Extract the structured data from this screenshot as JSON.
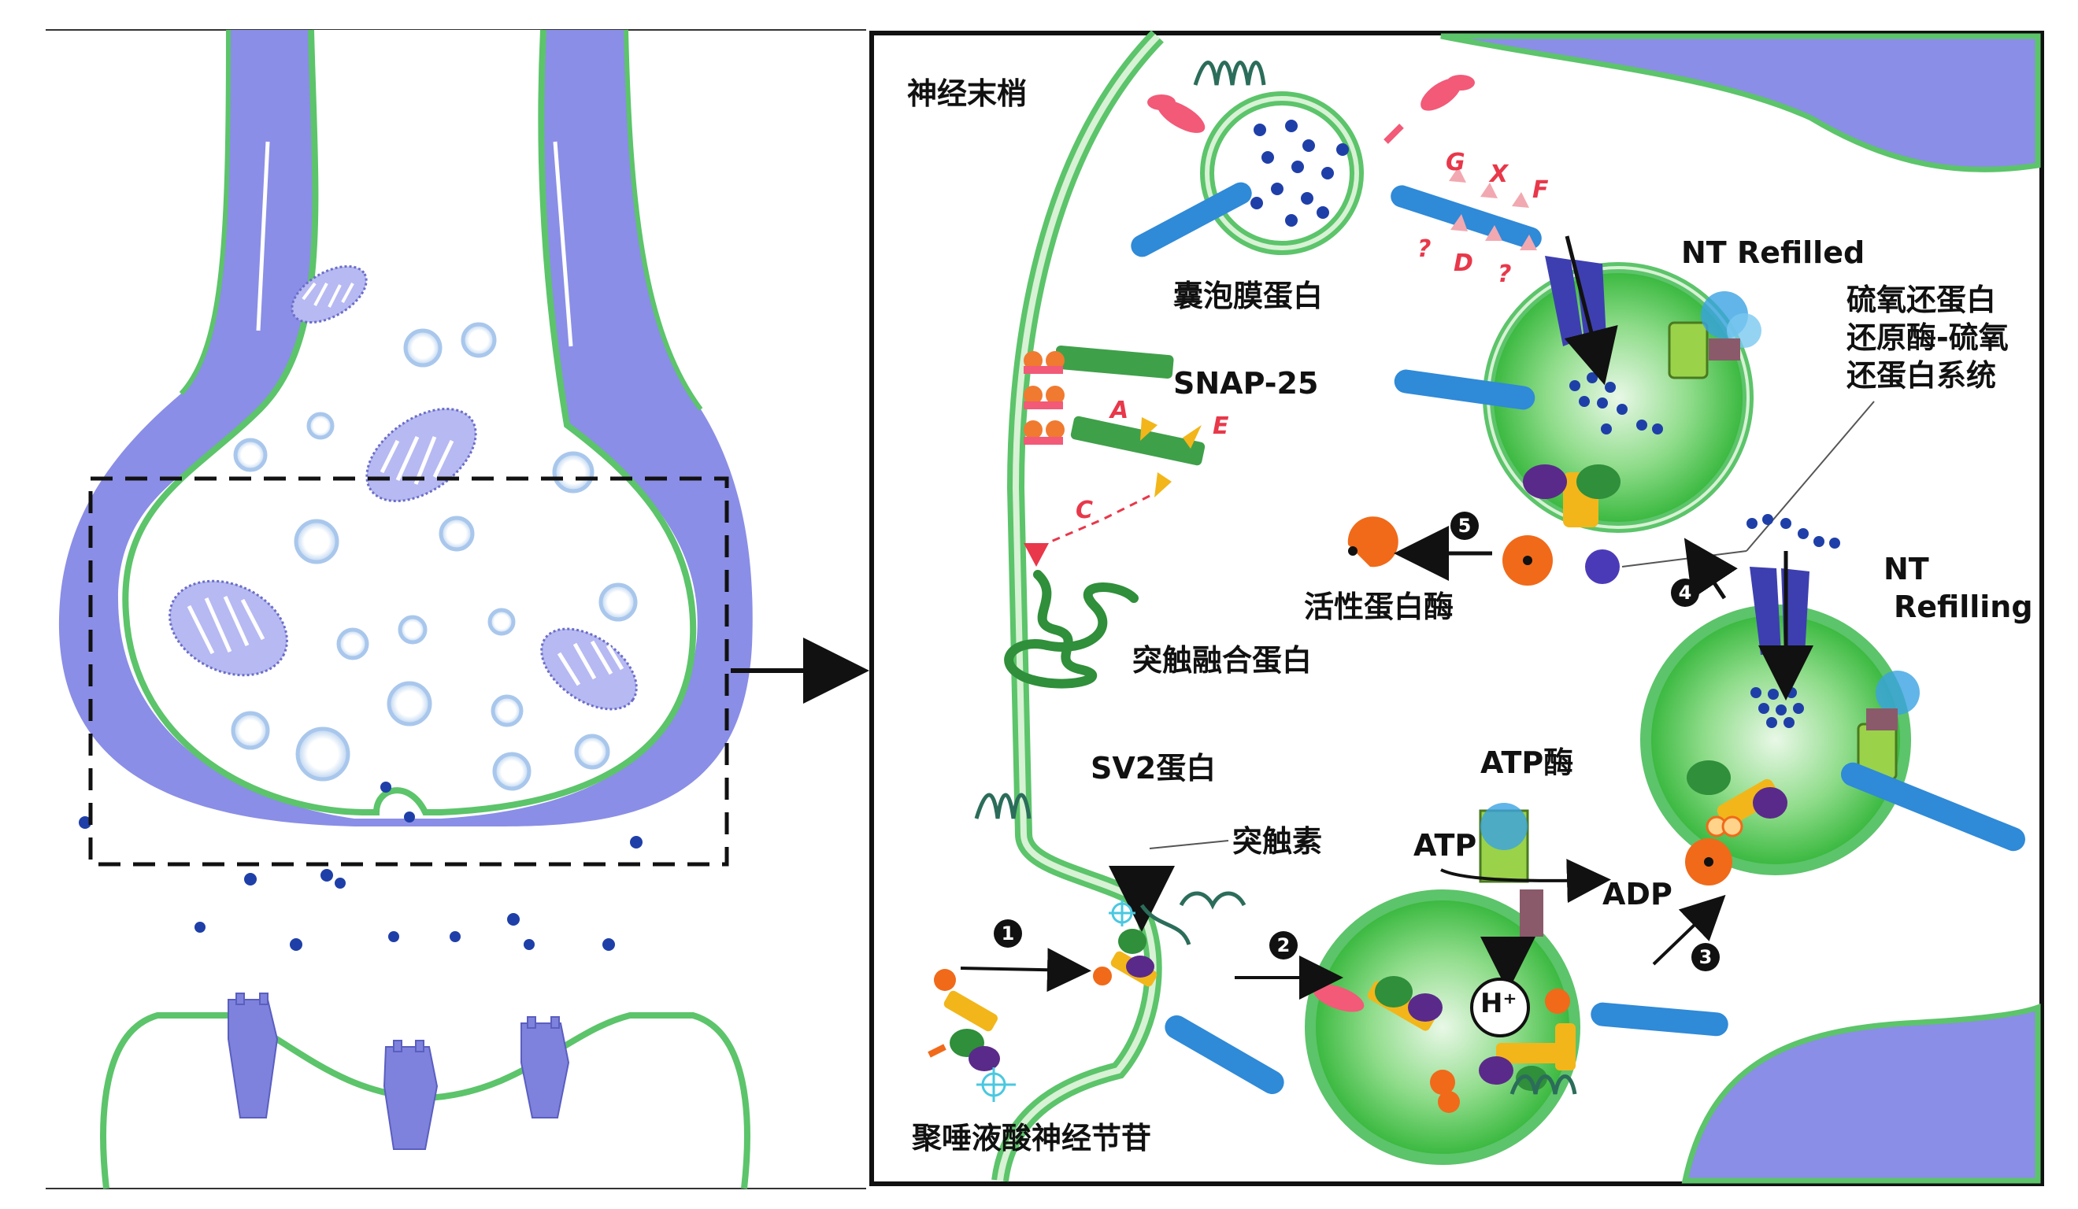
{
  "labels": {
    "nerve_terminal": "神经末梢",
    "vesicle_membrane_protein": "囊泡膜蛋白",
    "snap25": "SNAP-25",
    "syntaxin": "突触融合蛋白",
    "active_protease": "活性蛋白酶",
    "nt_refilled": "NT Refilled",
    "thioredoxin_line1": "硫氧还蛋白",
    "thioredoxin_line2": "还原酶-硫氧",
    "thioredoxin_line3": "还蛋白系统",
    "nt_refilling_line1": "NT",
    "nt_refilling_line2": "Refilling",
    "sv2": "SV2蛋白",
    "synaptotagmin": "突触素",
    "atpase": "ATP酶",
    "atp": "ATP",
    "adp": "ADP",
    "ganglioside": "聚唾液酸神经节苷",
    "proton": "H⁺"
  },
  "toxin_sites": {
    "g": "G",
    "x": "X",
    "f": "F",
    "d": "D",
    "q1": "?",
    "q2": "?",
    "a": "A",
    "e": "E",
    "c": "C"
  },
  "steps": [
    "1",
    "2",
    "3",
    "4",
    "5"
  ],
  "colors": {
    "membrane_green": "#5cc46a",
    "cleft_purple": "#8a8ee6",
    "vesicle_fill": "#3cc43e",
    "neurotransmitter": "#1f3fa8",
    "vamp_blue": "#2f8ad8",
    "toxin_red": "#e8384a",
    "orange": "#f06a1a",
    "yellow": "#f2b61a"
  }
}
